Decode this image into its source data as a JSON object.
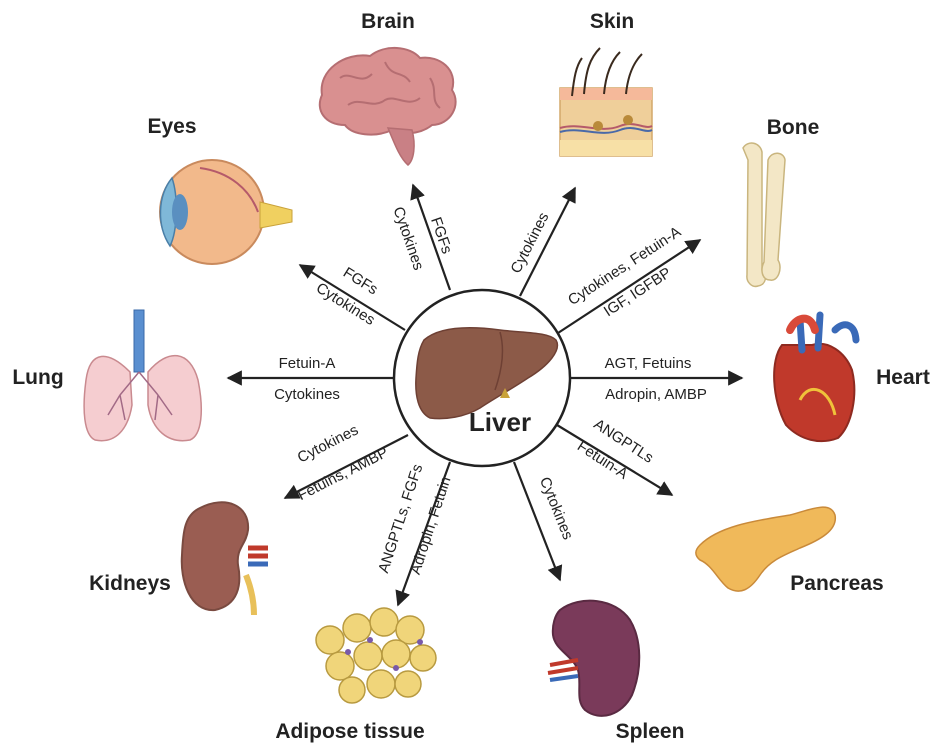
{
  "center": {
    "label": "Liver"
  },
  "organs": {
    "brain": "Brain",
    "skin": "Skin",
    "bone": "Bone",
    "eyes": "Eyes",
    "lung": "Lung",
    "heart": "Heart",
    "kidneys": "Kidneys",
    "pancreas": "Pancreas",
    "adipose": "Adipose tissue",
    "spleen": "Spleen"
  },
  "edges": {
    "brain": [
      "FGFs",
      "Cytokines"
    ],
    "skin": [
      "Cytokines"
    ],
    "bone": [
      "Cytokines, Fetuin-A",
      "IGF, IGFBP"
    ],
    "eyes": [
      "FGFs",
      "Cytokines"
    ],
    "lung": [
      "Fetuin-A",
      "Cytokines"
    ],
    "heart": [
      "AGT, Fetuins",
      "Adropin, AMBP"
    ],
    "kidneys": [
      "Cytokines",
      "Fetuins, AMBP"
    ],
    "adipose": [
      "ANGPTLs, FGFs",
      "Adropin, Fetuin"
    ],
    "pancreas": [
      "ANGPTLs",
      "Fetuin-A"
    ],
    "spleen": [
      "Cytokines"
    ]
  }
}
